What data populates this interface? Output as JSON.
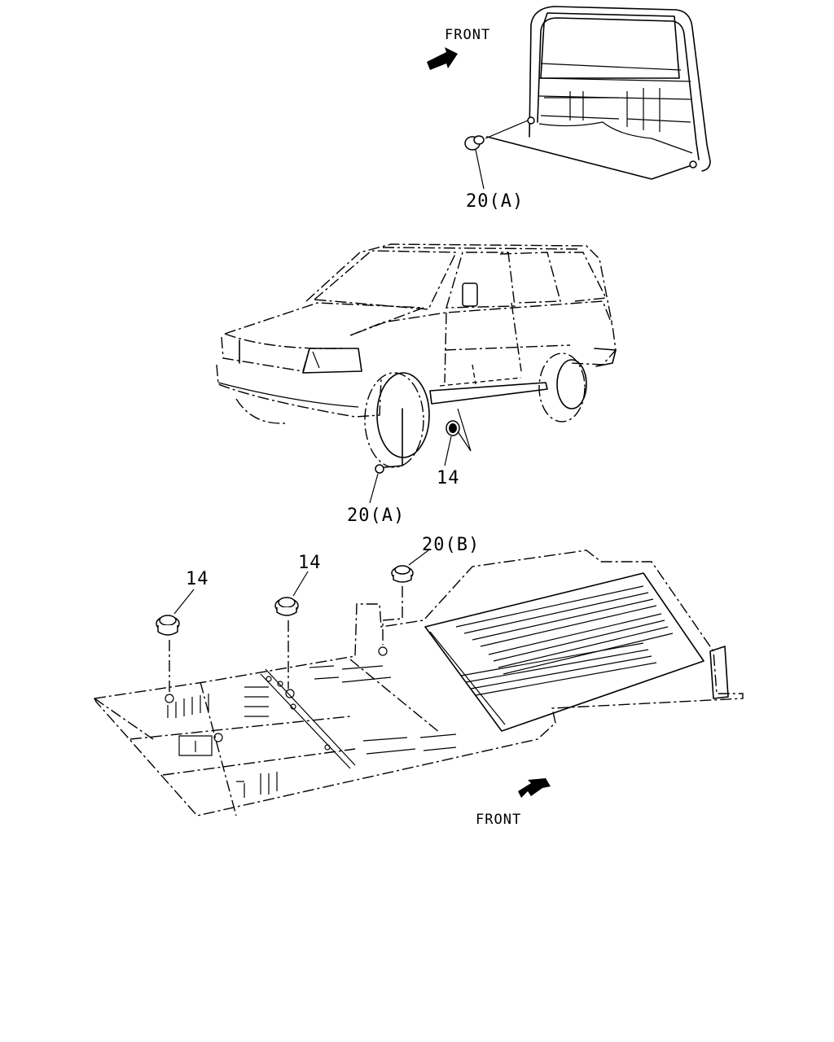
{
  "labels": {
    "front_top": "FRONT",
    "front_bottom": "FRONT",
    "callout_20a_top": "20(A)",
    "callout_20a_mid": "20(A)",
    "callout_14_mid": "14",
    "callout_14_floor_left": "14",
    "callout_14_floor_mid": "14",
    "callout_20b_floor": "20(B)"
  },
  "colors": {
    "line": "#000000",
    "background": "#ffffff"
  }
}
